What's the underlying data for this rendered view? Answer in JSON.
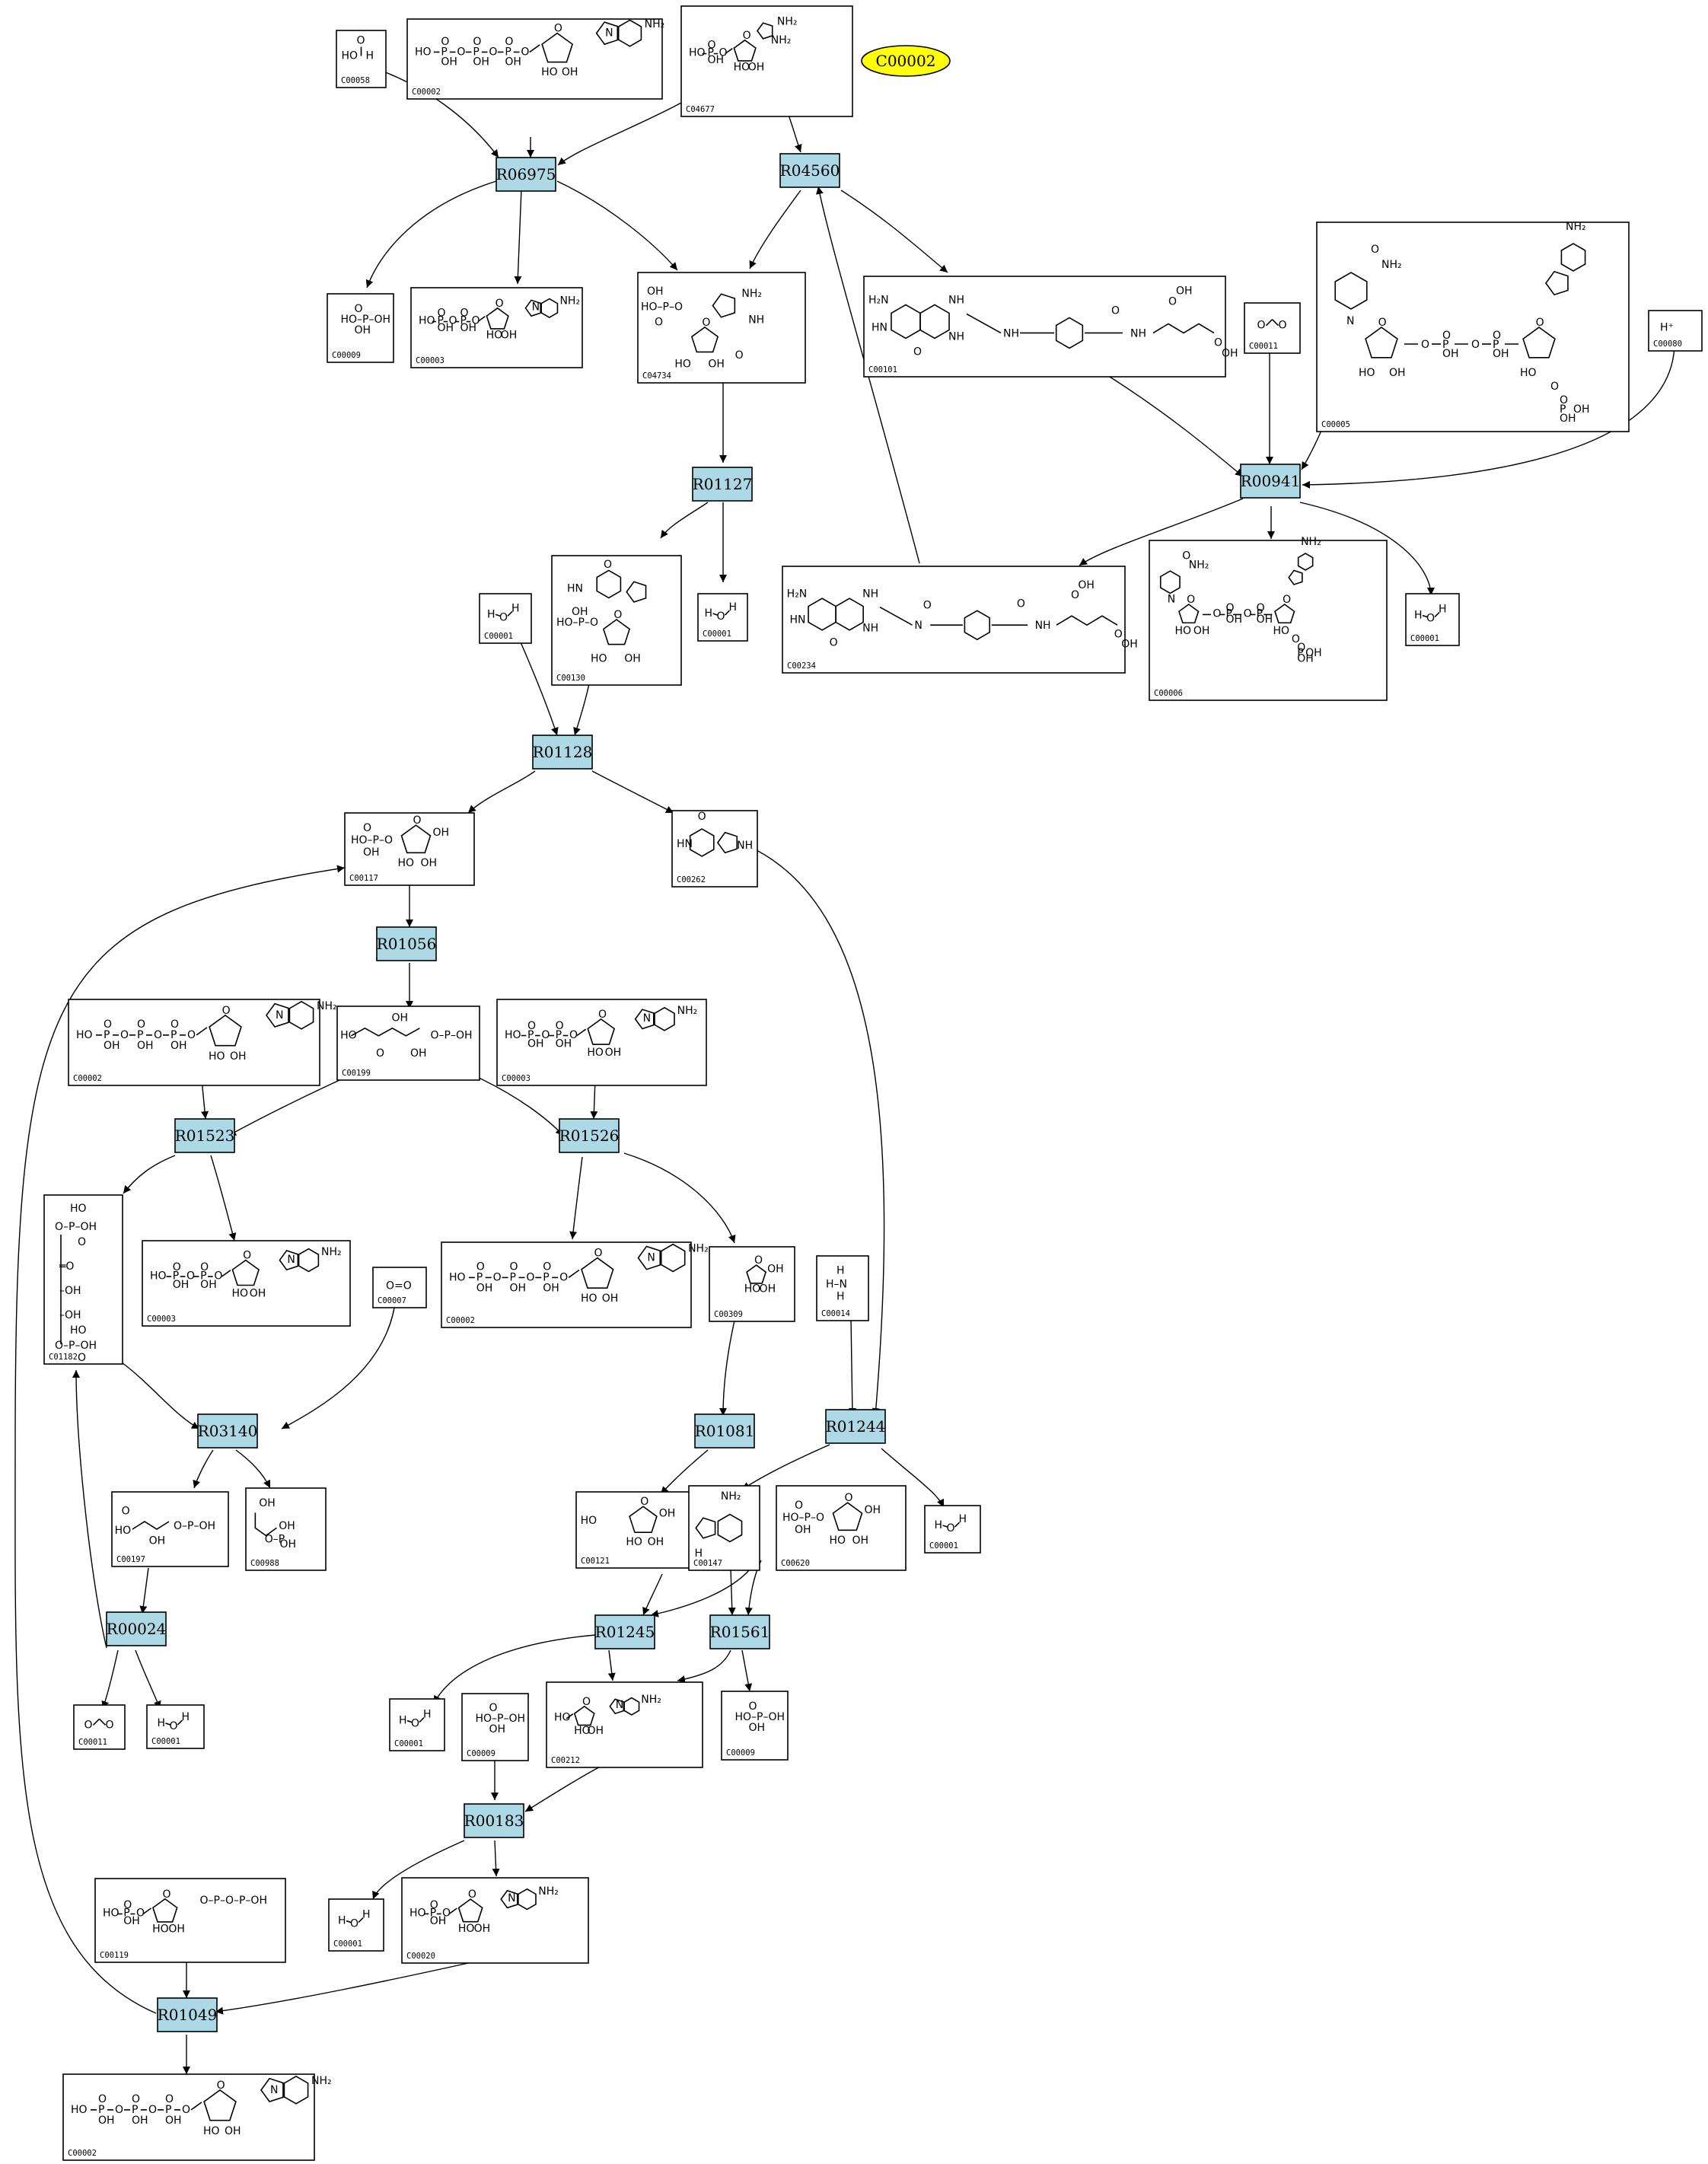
{
  "highlight": {
    "id": "C00002",
    "fill": "#ffff00"
  },
  "colors": {
    "reaction_fill": "#add8e6",
    "compound_fill": "#ffffff",
    "stroke": "#000000"
  },
  "reactions": [
    {
      "id": "R06975"
    },
    {
      "id": "R04560"
    },
    {
      "id": "R01127"
    },
    {
      "id": "R00941"
    },
    {
      "id": "R01128"
    },
    {
      "id": "R01056"
    },
    {
      "id": "R01523"
    },
    {
      "id": "R01526"
    },
    {
      "id": "R03140"
    },
    {
      "id": "R01081"
    },
    {
      "id": "R01244"
    },
    {
      "id": "R00024"
    },
    {
      "id": "R01245"
    },
    {
      "id": "R01561"
    },
    {
      "id": "R00183"
    },
    {
      "id": "R01049"
    }
  ],
  "compounds": [
    {
      "key": "c058",
      "id": "C00058",
      "mol": "formate"
    },
    {
      "key": "c002a",
      "id": "C00002",
      "mol": "atp"
    },
    {
      "key": "c4677",
      "id": "C04677",
      "mol": "aicar"
    },
    {
      "key": "c009a",
      "id": "C00009",
      "mol": "pi"
    },
    {
      "key": "c003a",
      "id": "C00003",
      "mol": "adp"
    },
    {
      "key": "c4734",
      "id": "C04734",
      "mol": "faicar"
    },
    {
      "key": "c101",
      "id": "C00101",
      "mol": "thf"
    },
    {
      "key": "c011a",
      "id": "C00011",
      "mol": "co2"
    },
    {
      "key": "c005",
      "id": "C00005",
      "mol": "nadph"
    },
    {
      "key": "c080",
      "id": "C00080",
      "mol": "hplus"
    },
    {
      "key": "c001a",
      "id": "C00001",
      "mol": "water"
    },
    {
      "key": "c130",
      "id": "C00130",
      "mol": "imp"
    },
    {
      "key": "c001b",
      "id": "C00001",
      "mol": "water"
    },
    {
      "key": "c234",
      "id": "C00234",
      "mol": "fthf"
    },
    {
      "key": "c006",
      "id": "C00006",
      "mol": "nadp"
    },
    {
      "key": "c001c",
      "id": "C00001",
      "mol": "water"
    },
    {
      "key": "c117",
      "id": "C00117",
      "mol": "r5p"
    },
    {
      "key": "c262",
      "id": "C00262",
      "mol": "hypoxanthine"
    },
    {
      "key": "c002b",
      "id": "C00002",
      "mol": "atp"
    },
    {
      "key": "c199",
      "id": "C00199",
      "mol": "ru5p"
    },
    {
      "key": "c003b",
      "id": "C00003",
      "mol": "adp"
    },
    {
      "key": "c1182",
      "id": "C01182",
      "mol": "rubp"
    },
    {
      "key": "c003c",
      "id": "C00003",
      "mol": "adp"
    },
    {
      "key": "c002c",
      "id": "C00002",
      "mol": "atp"
    },
    {
      "key": "c309",
      "id": "C00309",
      "mol": "ribulose"
    },
    {
      "key": "c007",
      "id": "C00007",
      "mol": "o2"
    },
    {
      "key": "c014",
      "id": "C00014",
      "mol": "nh3"
    },
    {
      "key": "c197",
      "id": "C00197",
      "mol": "pga"
    },
    {
      "key": "c988",
      "id": "C00988",
      "mol": "pglyc"
    },
    {
      "key": "c121",
      "id": "C00121",
      "mol": "ribose"
    },
    {
      "key": "c147",
      "id": "C00147",
      "mol": "adenine"
    },
    {
      "key": "c620",
      "id": "C00620",
      "mol": "r1p"
    },
    {
      "key": "c001d",
      "id": "C00001",
      "mol": "water"
    },
    {
      "key": "c011b",
      "id": "C00011",
      "mol": "co2"
    },
    {
      "key": "c001e",
      "id": "C00001",
      "mol": "water"
    },
    {
      "key": "c001f",
      "id": "C00001",
      "mol": "water"
    },
    {
      "key": "c009b",
      "id": "C00009",
      "mol": "pi"
    },
    {
      "key": "c212",
      "id": "C00212",
      "mol": "adenosine"
    },
    {
      "key": "c009c",
      "id": "C00009",
      "mol": "pi"
    },
    {
      "key": "c001g",
      "id": "C00001",
      "mol": "water"
    },
    {
      "key": "c119",
      "id": "C00119",
      "mol": "prpp"
    },
    {
      "key": "c020",
      "id": "C00020",
      "mol": "amp"
    },
    {
      "key": "c002d",
      "id": "C00002",
      "mol": "atp"
    }
  ]
}
